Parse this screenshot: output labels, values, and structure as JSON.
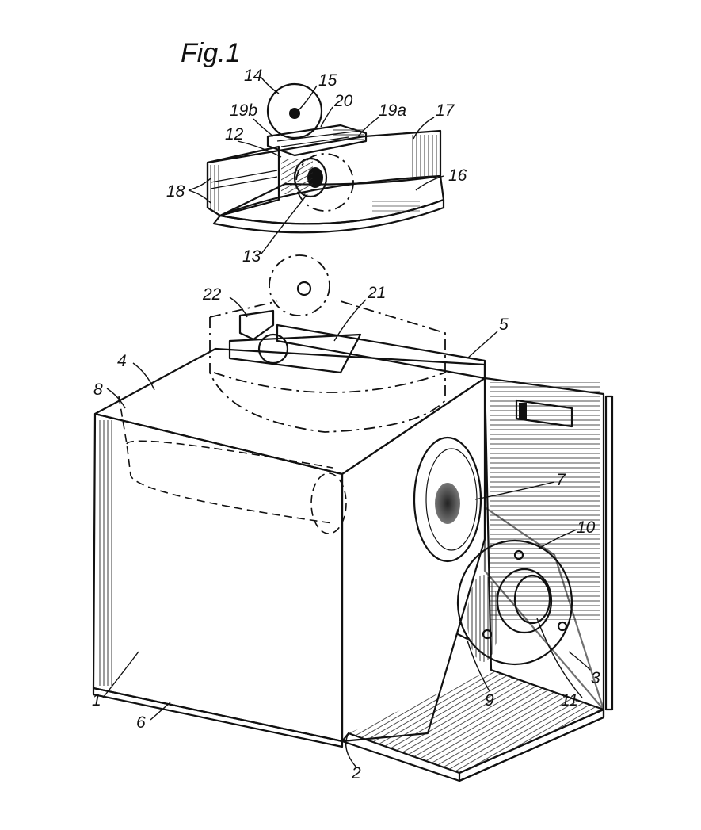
{
  "figure": {
    "title": "Fig.1",
    "labels": [
      {
        "id": "1",
        "text": "1"
      },
      {
        "id": "2",
        "text": "2"
      },
      {
        "id": "3",
        "text": "3"
      },
      {
        "id": "4",
        "text": "4"
      },
      {
        "id": "5",
        "text": "5"
      },
      {
        "id": "6",
        "text": "6"
      },
      {
        "id": "7",
        "text": "7"
      },
      {
        "id": "8",
        "text": "8"
      },
      {
        "id": "9",
        "text": "9"
      },
      {
        "id": "10",
        "text": "10"
      },
      {
        "id": "11",
        "text": "11"
      },
      {
        "id": "12",
        "text": "12"
      },
      {
        "id": "13",
        "text": "13"
      },
      {
        "id": "14",
        "text": "14"
      },
      {
        "id": "15",
        "text": "15"
      },
      {
        "id": "16",
        "text": "16"
      },
      {
        "id": "17",
        "text": "17"
      },
      {
        "id": "18",
        "text": "18"
      },
      {
        "id": "19a",
        "text": "19a"
      },
      {
        "id": "19b",
        "text": "19b"
      },
      {
        "id": "20",
        "text": "20"
      },
      {
        "id": "21",
        "text": "21"
      },
      {
        "id": "22",
        "text": "22"
      }
    ]
  }
}
